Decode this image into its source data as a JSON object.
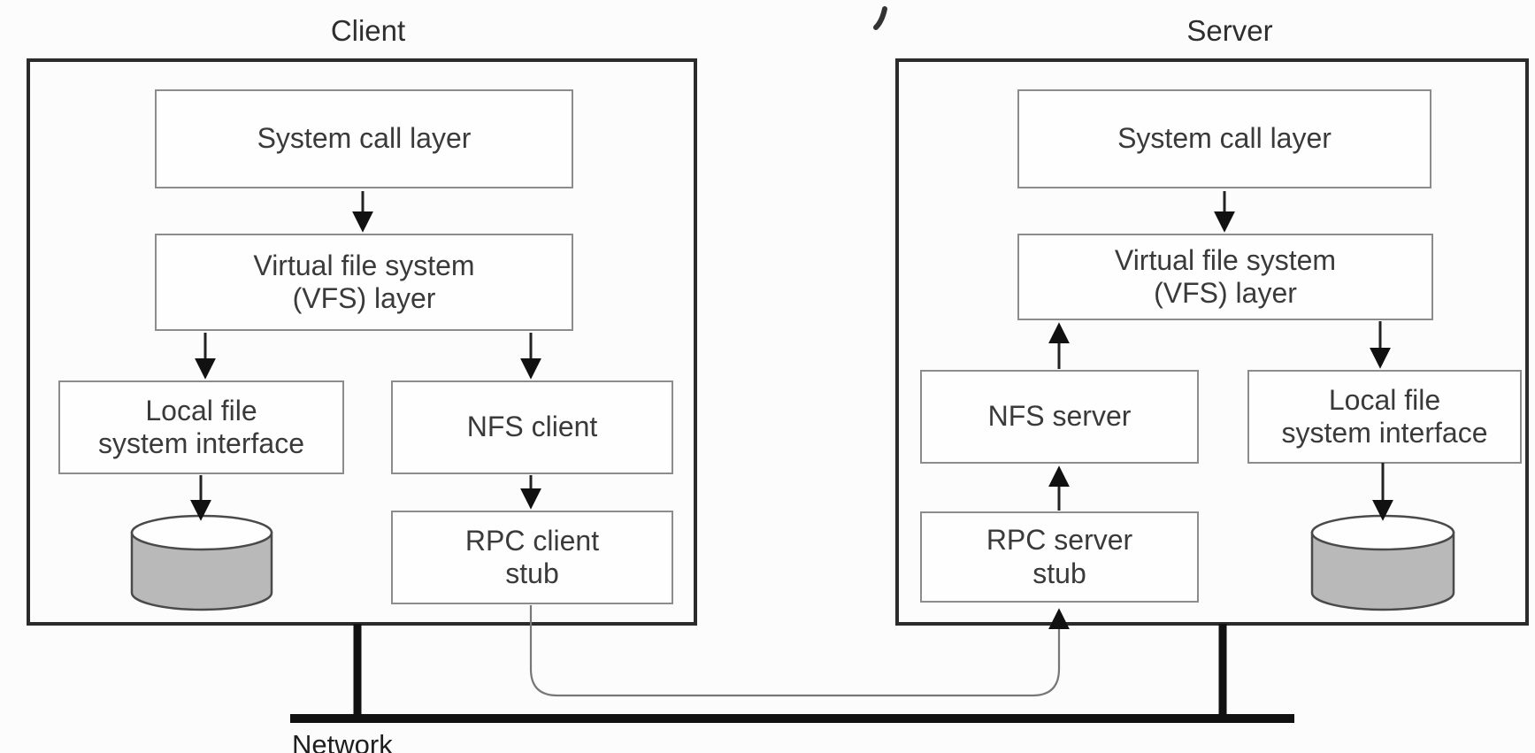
{
  "diagram": {
    "client": {
      "title": "Client",
      "nodes": {
        "syscall": "System call layer",
        "vfs": "Virtual file system\n(VFS) layer",
        "localfs": "Local file\nsystem interface",
        "nfs": "NFS client",
        "rpc": "RPC client\nstub"
      },
      "disk_icon": "disk-cylinder"
    },
    "server": {
      "title": "Server",
      "nodes": {
        "syscall": "System call layer",
        "vfs": "Virtual file system\n(VFS) layer",
        "nfs": "NFS server",
        "rpc": "RPC server\nstub",
        "localfs": "Local file\nsystem interface"
      },
      "disk_icon": "disk-cylinder"
    },
    "network_label": "Network",
    "colors": {
      "background": "#fcfcfc",
      "machine_border": "#2b2b2b",
      "node_border": "#8c8c8c",
      "text": "#3a3a3a",
      "arrow": "#111111",
      "connector_line": "#777777",
      "network_bus": "#111111",
      "disk_fill": "#b9b9b9",
      "disk_top_fill": "#fefefe"
    }
  }
}
